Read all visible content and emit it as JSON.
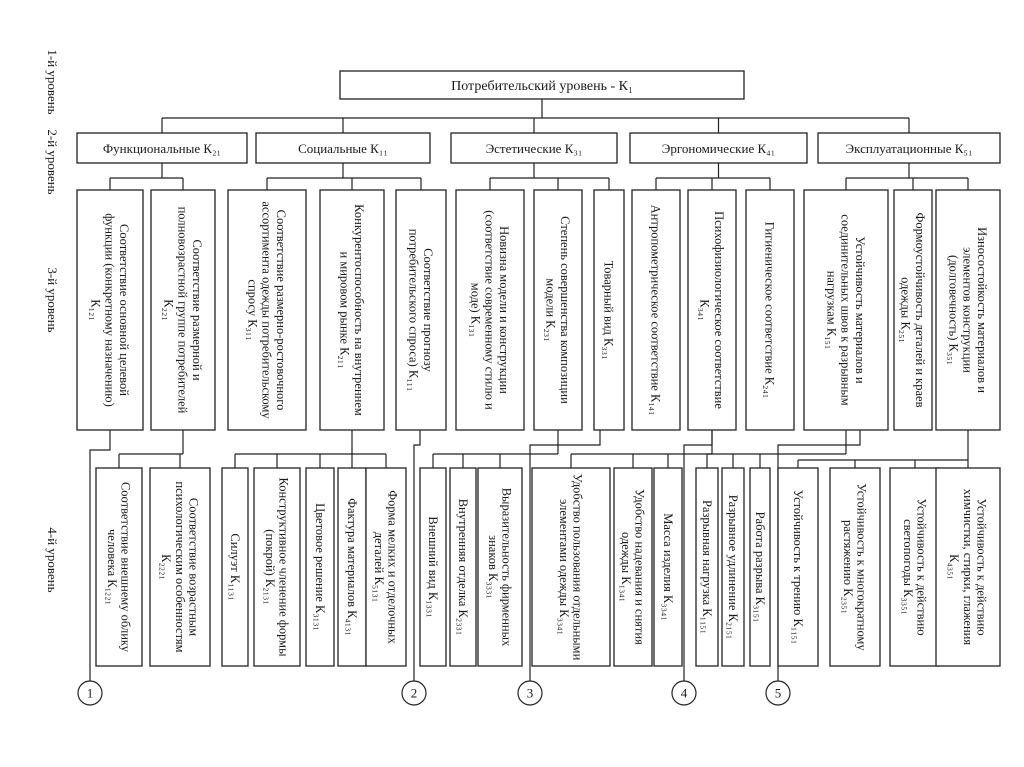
{
  "levels": [
    "1-й уровень",
    "2-й уровень",
    "3-й уровень",
    "4-й уровень"
  ],
  "root": "Потребительский уровень - К₁",
  "categories": [
    "Функциональные К₂₁",
    "Социальные К₁₁",
    "Эстетические К₃₁",
    "Эргономические К₄₁",
    "Эксплуатационные  К₅₁"
  ],
  "level3": [
    "Соответствие основной целевой функции (конкретному назначению) К₁₂₁",
    "Соответствие размерной и полновозрастной группе потребителей К₂₂₁",
    "Соответствие размерно-ростовочного ассортимента одежды потребительскому спросу К₃₁₁",
    "Конкурентоспособность на внутреннем и мировом рынке К₂₁₁",
    "Соответствие прогнозу потребительского спроса) К₁₁₁",
    "Новизна модели и конструкции (соответствие современному стилю и моде) К₁₃₁",
    "Степень совершенства композиции модели К₂₃₁",
    "Товарный вид К₃₃₁",
    "Антропометрическое соответствие К₁₄₁",
    "Психофизиологическое соответствие К₃₄₁",
    "Гигиеническое соответствие К₂₄₁",
    "Устойчивость материалов и соединительных швов к разрывным нагрузкам К₁₅₁",
    "Формоустойчивость деталей и краев одежды К₂₅₁",
    "Износостойкость материалов и элементов конструкции (долговечность) К₃₅₁"
  ],
  "level4": [
    "Соответствие внешнему облику человека К₁₂₂₁",
    "Соответствие возрастным психологическим особенностям К₂₂₂₁",
    "Силуэт К₁₁₃₁",
    "Конструктивное членение формы (покрой) К₂₁₃₁",
    "Цветовое решение К₃₁₃₁",
    "Фактура материалов К₄₁₃₁",
    "Форма мелких и отделочных деталей К₅₁₃₁",
    "Внешний вид К₁₃₃₁",
    "Внутренняя отделка К₂₃₃₁",
    "Выразительность фирменных знаков К₃₃₃₁",
    "Удобство пользования отдельными элементами одежды К₃₃₄₁",
    "Удобство надевания и снятия одежды К₁₃₄₁",
    "Масса изделия К₃₃₄₁",
    "Разрывная нагрузка К₁₁₅₁",
    "Разрывное удлинение К₂₁₅₁",
    "Работа разрыва К₃₁₅₁",
    "Устойчивость к трению К₁₁₅₁",
    "Устойчивость к многократному растяжению К₂₃₅₁",
    "Устойчивость к действию светопогоды К₃₃₅₁",
    "Устойчивость к действию химчистки, стирки, глажения К₄₃₅₁"
  ],
  "markers": [
    "1",
    "2",
    "3",
    "4",
    "5"
  ]
}
